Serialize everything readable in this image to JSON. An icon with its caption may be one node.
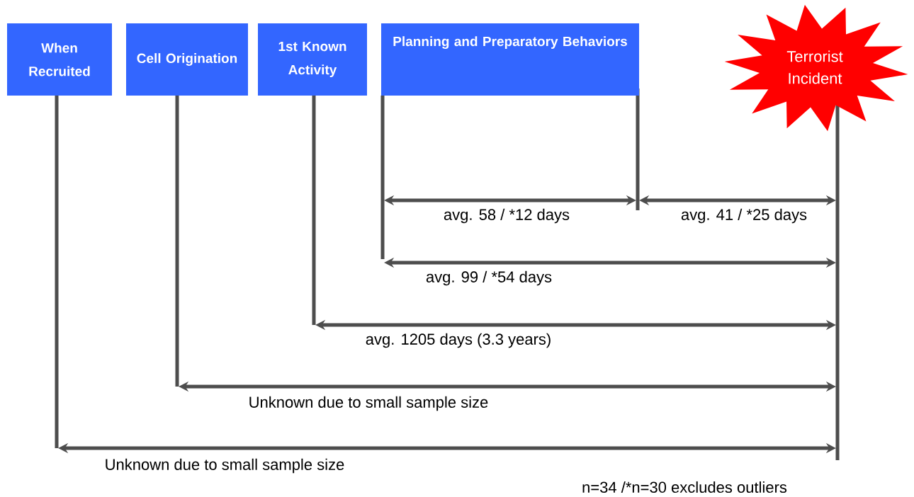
{
  "diagram": {
    "nodes": [
      {
        "text": [
          "When Recruited"
        ]
      },
      {
        "text": [
          "Cell Origination"
        ]
      },
      {
        "text": [
          "1st Known Activity"
        ]
      },
      {
        "text": [
          "Planning and Preparatory Behaviors"
        ]
      },
      {
        "text": [
          "Terrorist Incident"
        ]
      }
    ],
    "labels": [
      "avg. 58 / *12 days",
      "avg. 41 / *25 days",
      "avg. 99 / *54 days",
      "avg. 1205 days (3.3 years)",
      "Unknown due to small sample size",
      "Unknown due to small sample size",
      "n=34 /*n=30 excludes outliers"
    ]
  }
}
